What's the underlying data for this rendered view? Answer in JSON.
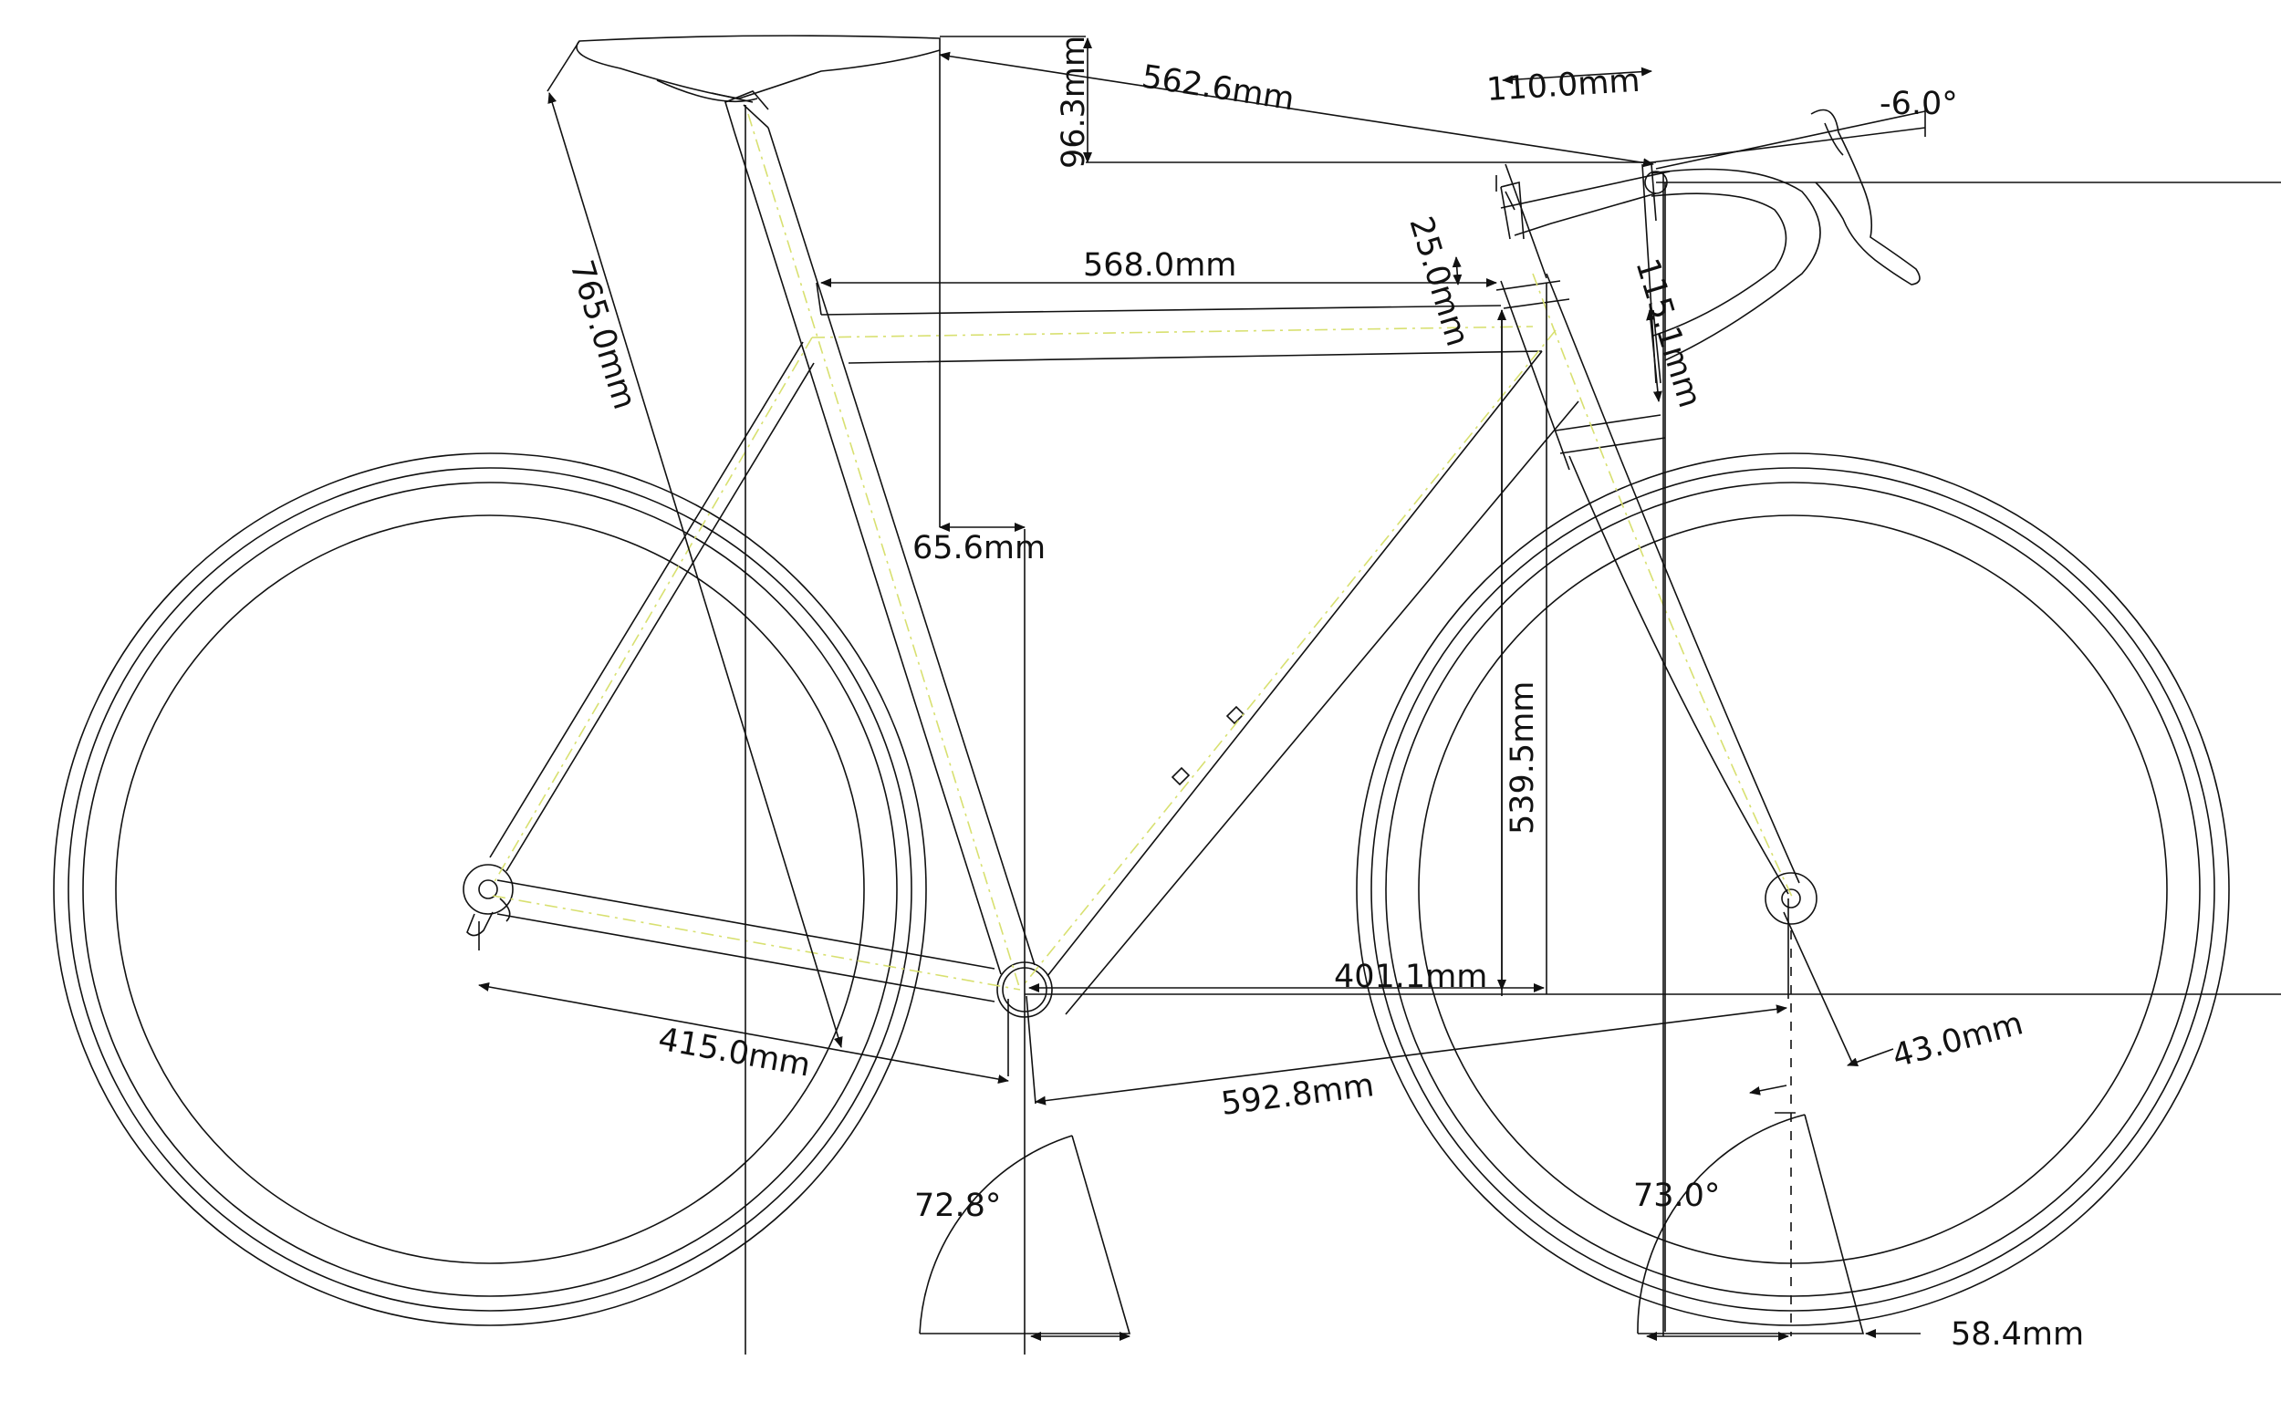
{
  "diagram": {
    "labels": {
      "saddle_setback": "562.6mm",
      "saddle_drop": "96.3mm",
      "stem_length": "110.0mm",
      "stem_angle": "-6.0°",
      "seat_tube_length": "765.0mm",
      "top_tube_length": "568.0mm",
      "headset_stack": "25.0mm",
      "head_tube_length": "115.1mm",
      "seat_setback": "65.6mm",
      "stack": "539.5mm",
      "reach": "401.1mm",
      "chainstay_length": "415.0mm",
      "front_center": "592.8mm",
      "fork_offset": "43.0mm",
      "seat_angle": "72.8°",
      "head_angle": "73.0°",
      "trail": "58.4mm"
    }
  }
}
